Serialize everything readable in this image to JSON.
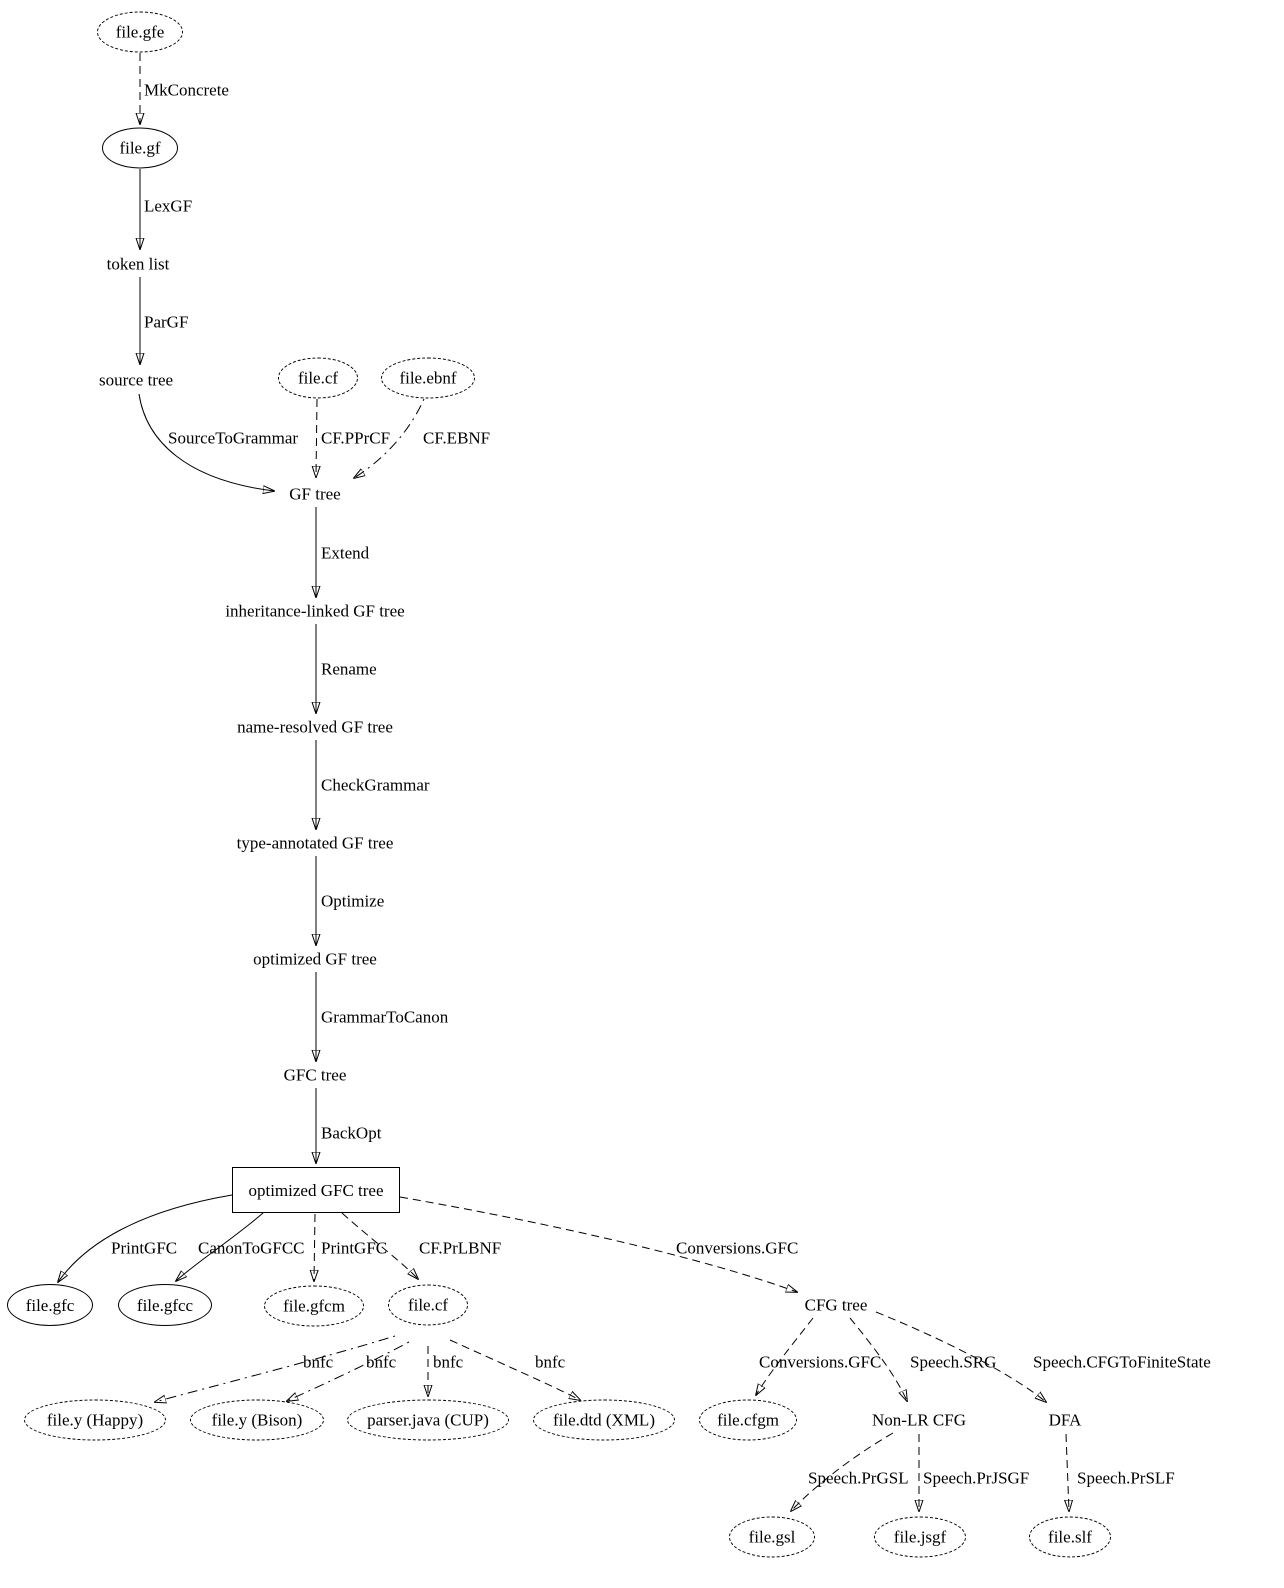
{
  "colors": {
    "stroke": "#000000",
    "background": "#ffffff",
    "text": "#000000"
  },
  "diagram": {
    "nodes": [
      {
        "id": "file.gfe",
        "label": "file.gfe",
        "shape": "ellipse",
        "style": "dashed"
      },
      {
        "id": "file.gf",
        "label": "file.gf",
        "shape": "ellipse",
        "style": "solid"
      },
      {
        "id": "token-list",
        "label": "token list",
        "shape": "plain",
        "style": "none"
      },
      {
        "id": "source-tree",
        "label": "source tree",
        "shape": "plain",
        "style": "none"
      },
      {
        "id": "file.cf-top",
        "label": "file.cf",
        "shape": "ellipse",
        "style": "dashed"
      },
      {
        "id": "file.ebnf",
        "label": "file.ebnf",
        "shape": "ellipse",
        "style": "dashed"
      },
      {
        "id": "gf-tree",
        "label": "GF tree",
        "shape": "plain",
        "style": "none"
      },
      {
        "id": "inh-gf-tree",
        "label": "inheritance-linked GF tree",
        "shape": "plain",
        "style": "none"
      },
      {
        "id": "name-gf-tree",
        "label": "name-resolved GF tree",
        "shape": "plain",
        "style": "none"
      },
      {
        "id": "type-gf-tree",
        "label": "type-annotated GF tree",
        "shape": "plain",
        "style": "none"
      },
      {
        "id": "opt-gf-tree",
        "label": "optimized GF tree",
        "shape": "plain",
        "style": "none"
      },
      {
        "id": "gfc-tree",
        "label": "GFC tree",
        "shape": "plain",
        "style": "none"
      },
      {
        "id": "opt-gfc-tree",
        "label": "optimized GFC tree",
        "shape": "rect",
        "style": "solid"
      },
      {
        "id": "file.gfc",
        "label": "file.gfc",
        "shape": "ellipse",
        "style": "solid"
      },
      {
        "id": "file.gfcc",
        "label": "file.gfcc",
        "shape": "ellipse",
        "style": "solid"
      },
      {
        "id": "file.gfcm",
        "label": "file.gfcm",
        "shape": "ellipse",
        "style": "dashed"
      },
      {
        "id": "file.cf-bottom",
        "label": "file.cf",
        "shape": "ellipse",
        "style": "dashed"
      },
      {
        "id": "cfg-tree",
        "label": "CFG tree",
        "shape": "plain",
        "style": "none"
      },
      {
        "id": "file.y-happy",
        "label": "file.y (Happy)",
        "shape": "ellipse",
        "style": "dashed"
      },
      {
        "id": "file.y-bison",
        "label": "file.y (Bison)",
        "shape": "ellipse",
        "style": "dashed"
      },
      {
        "id": "parser.java-cup",
        "label": "parser.java (CUP)",
        "shape": "ellipse",
        "style": "dashed"
      },
      {
        "id": "file.dtd-xml",
        "label": "file.dtd (XML)",
        "shape": "ellipse",
        "style": "dashed"
      },
      {
        "id": "file.cfgm",
        "label": "file.cfgm",
        "shape": "ellipse",
        "style": "dashed"
      },
      {
        "id": "non-lr-cfg",
        "label": "Non-LR CFG",
        "shape": "plain",
        "style": "none"
      },
      {
        "id": "dfa",
        "label": "DFA",
        "shape": "plain",
        "style": "none"
      },
      {
        "id": "file.gsl",
        "label": "file.gsl",
        "shape": "ellipse",
        "style": "dashed"
      },
      {
        "id": "file.jsgf",
        "label": "file.jsgf",
        "shape": "ellipse",
        "style": "dashed"
      },
      {
        "id": "file.slf",
        "label": "file.slf",
        "shape": "ellipse",
        "style": "dashed"
      }
    ],
    "edges": [
      {
        "from": "file.gfe",
        "to": "file.gf",
        "label": "MkConcrete",
        "style": "dashed"
      },
      {
        "from": "file.gf",
        "to": "token-list",
        "label": "LexGF",
        "style": "solid"
      },
      {
        "from": "token-list",
        "to": "source-tree",
        "label": "ParGF",
        "style": "solid"
      },
      {
        "from": "source-tree",
        "to": "gf-tree",
        "label": "SourceToGrammar",
        "style": "solid"
      },
      {
        "from": "file.cf-top",
        "to": "gf-tree",
        "label": "CF.PPrCF",
        "style": "dashed"
      },
      {
        "from": "file.ebnf",
        "to": "gf-tree",
        "label": "CF.EBNF",
        "style": "dashdot"
      },
      {
        "from": "gf-tree",
        "to": "inh-gf-tree",
        "label": "Extend",
        "style": "solid"
      },
      {
        "from": "inh-gf-tree",
        "to": "name-gf-tree",
        "label": "Rename",
        "style": "solid"
      },
      {
        "from": "name-gf-tree",
        "to": "type-gf-tree",
        "label": "CheckGrammar",
        "style": "solid"
      },
      {
        "from": "type-gf-tree",
        "to": "opt-gf-tree",
        "label": "Optimize",
        "style": "solid"
      },
      {
        "from": "opt-gf-tree",
        "to": "gfc-tree",
        "label": "GrammarToCanon",
        "style": "solid"
      },
      {
        "from": "gfc-tree",
        "to": "opt-gfc-tree",
        "label": "BackOpt",
        "style": "solid"
      },
      {
        "from": "opt-gfc-tree",
        "to": "file.gfc",
        "label": "PrintGFC",
        "style": "solid"
      },
      {
        "from": "opt-gfc-tree",
        "to": "file.gfcc",
        "label": "CanonToGFCC",
        "style": "solid"
      },
      {
        "from": "opt-gfc-tree",
        "to": "file.gfcm",
        "label": "PrintGFC",
        "style": "dashed"
      },
      {
        "from": "opt-gfc-tree",
        "to": "file.cf-bottom",
        "label": "CF.PrLBNF",
        "style": "dashed"
      },
      {
        "from": "opt-gfc-tree",
        "to": "cfg-tree",
        "label": "Conversions.GFC",
        "style": "dashed"
      },
      {
        "from": "file.cf-bottom",
        "to": "file.y-happy",
        "label": "bnfc",
        "style": "dashdot"
      },
      {
        "from": "file.cf-bottom",
        "to": "file.y-bison",
        "label": "bnfc",
        "style": "dashdot"
      },
      {
        "from": "file.cf-bottom",
        "to": "parser.java-cup",
        "label": "bnfc",
        "style": "dashed"
      },
      {
        "from": "file.cf-bottom",
        "to": "file.dtd-xml",
        "label": "bnfc",
        "style": "dashed"
      },
      {
        "from": "cfg-tree",
        "to": "file.cfgm",
        "label": "Conversions.GFC",
        "style": "dashed"
      },
      {
        "from": "cfg-tree",
        "to": "non-lr-cfg",
        "label": "Speech.SRG",
        "style": "dashed"
      },
      {
        "from": "cfg-tree",
        "to": "dfa",
        "label": "Speech.CFGToFiniteState",
        "style": "dashed"
      },
      {
        "from": "non-lr-cfg",
        "to": "file.gsl",
        "label": "Speech.PrGSL",
        "style": "dashed"
      },
      {
        "from": "non-lr-cfg",
        "to": "file.jsgf",
        "label": "Speech.PrJSGF",
        "style": "dashed"
      },
      {
        "from": "dfa",
        "to": "file.slf",
        "label": "Speech.PrSLF",
        "style": "dashed"
      }
    ]
  }
}
